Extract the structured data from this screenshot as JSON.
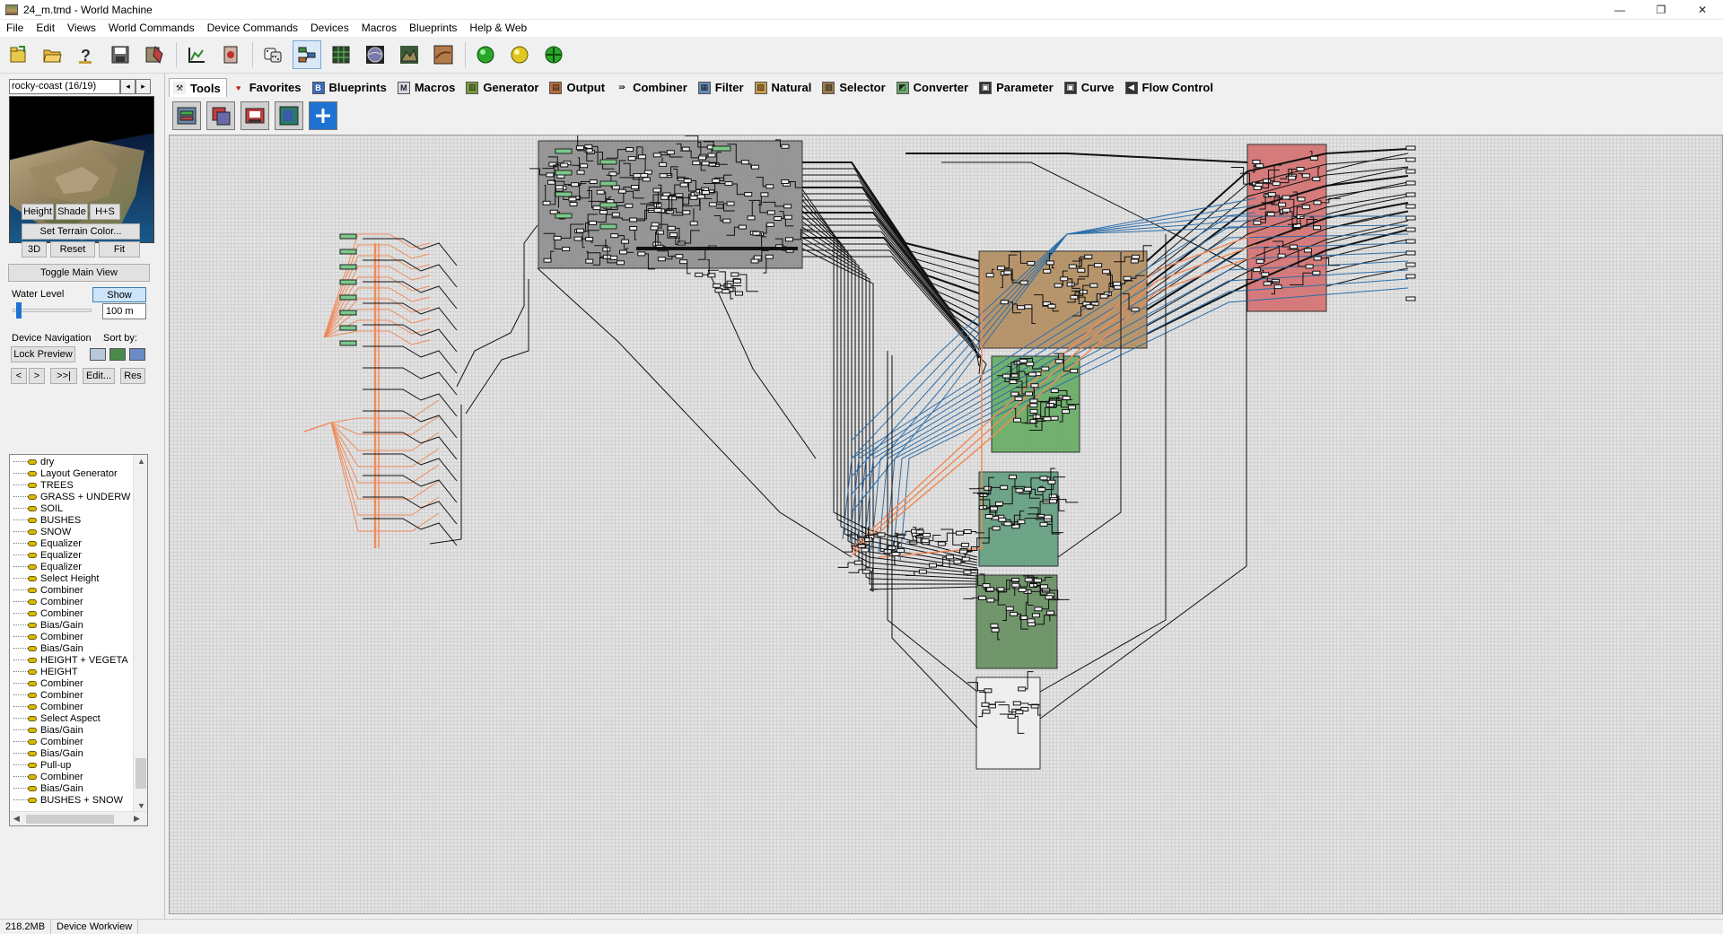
{
  "window": {
    "title": "24_m.tmd - World Machine",
    "controls": [
      "—",
      "❐",
      "✕"
    ]
  },
  "menu": [
    "File",
    "Edit",
    "Views",
    "World Commands",
    "Device Commands",
    "Devices",
    "Macros",
    "Blueprints",
    "Help & Web"
  ],
  "toolbar": {
    "buttons": [
      "new-file-icon",
      "open-file-icon",
      "help-icon",
      "save-icon",
      "save-as-icon",
      "layout-view-icon",
      "device-settings-icon",
      "dice-icon",
      "device-workview-icon",
      "layout-grid-icon",
      "globe-icon",
      "terrain-preview-icon",
      "texture-preview-icon",
      "build-green-icon",
      "build-yellow-icon",
      "build-extents-icon"
    ],
    "active_button": "device-workview-icon"
  },
  "left_panel": {
    "preset": "rocky-coast (16/19)",
    "preset_prev": "◂",
    "preset_next": "▸",
    "view_mode_buttons": [
      "Height",
      "Shade",
      "H+S"
    ],
    "set_terrain_color": "Set Terrain Color...",
    "view_buttons": [
      "3D",
      "Reset",
      "Fit"
    ],
    "toggle_main_view": "Toggle Main View",
    "water_level_label": "Water Level",
    "water_show": "Show",
    "water_value": "100 m",
    "device_navigation_label": "Device Navigation",
    "sort_by_label": "Sort by:",
    "lock_preview": "Lock Preview",
    "nav_prev": "<",
    "nav_next": ">",
    "nav_last": ">>|",
    "edit_button": "Edit...",
    "res_button": "Res",
    "device_list": [
      "dry",
      "Layout Generator",
      "TREES",
      "GRASS + UNDERW",
      "SOIL",
      "BUSHES",
      "SNOW",
      "Equalizer",
      "Equalizer",
      "Equalizer",
      "Select Height",
      "Combiner",
      "Combiner",
      "Combiner",
      "Bias/Gain",
      "Combiner",
      "Bias/Gain",
      "HEIGHT + VEGETA",
      "HEIGHT",
      "Combiner",
      "Combiner",
      "Combiner",
      "Select Aspect",
      "Bias/Gain",
      "Combiner",
      "Bias/Gain",
      "Pull-up",
      "Combiner",
      "Bias/Gain",
      "BUSHES + SNOW"
    ]
  },
  "tabs": [
    {
      "label": "Tools",
      "icon": "tools-icon",
      "glyph": "⚒"
    },
    {
      "label": "Favorites",
      "icon": "heart-icon",
      "glyph": "♥"
    },
    {
      "label": "Blueprints",
      "icon": "blueprints-icon",
      "glyph": "B"
    },
    {
      "label": "Macros",
      "icon": "macros-icon",
      "glyph": "M"
    },
    {
      "label": "Generator",
      "icon": "generator-icon",
      "glyph": "▥"
    },
    {
      "label": "Output",
      "icon": "output-icon",
      "glyph": "▤"
    },
    {
      "label": "Combiner",
      "icon": "combiner-icon",
      "glyph": "⇛"
    },
    {
      "label": "Filter",
      "icon": "filter-icon",
      "glyph": "▦"
    },
    {
      "label": "Natural",
      "icon": "natural-icon",
      "glyph": "▧"
    },
    {
      "label": "Selector",
      "icon": "selector-icon",
      "glyph": "▨"
    },
    {
      "label": "Converter",
      "icon": "converter-icon",
      "glyph": "◩"
    },
    {
      "label": "Parameter",
      "icon": "parameter-icon",
      "glyph": "▣"
    },
    {
      "label": "Curve",
      "icon": "curve-icon",
      "glyph": "▣"
    },
    {
      "label": "Flow Control",
      "icon": "flow-control-icon",
      "glyph": "◀"
    }
  ],
  "active_tab": "Tools",
  "palette_tools": [
    "device-group-icon",
    "layout-group-icon",
    "portal-icon",
    "route-icon",
    "add-icon"
  ],
  "status": {
    "memory": "218.2MB",
    "view": "Device Workview"
  },
  "colors": {
    "group_gray": "#8a8a8a",
    "group_brown": "#b08858",
    "group_green": "#5ea85a",
    "group_teal": "#5a9a78",
    "group_dark_green": "#5e8a58",
    "group_red": "#d46a6a",
    "wire_blue": "#2d6ea8",
    "wire_orange": "#f08a5a",
    "accent": "#1e73d2"
  }
}
